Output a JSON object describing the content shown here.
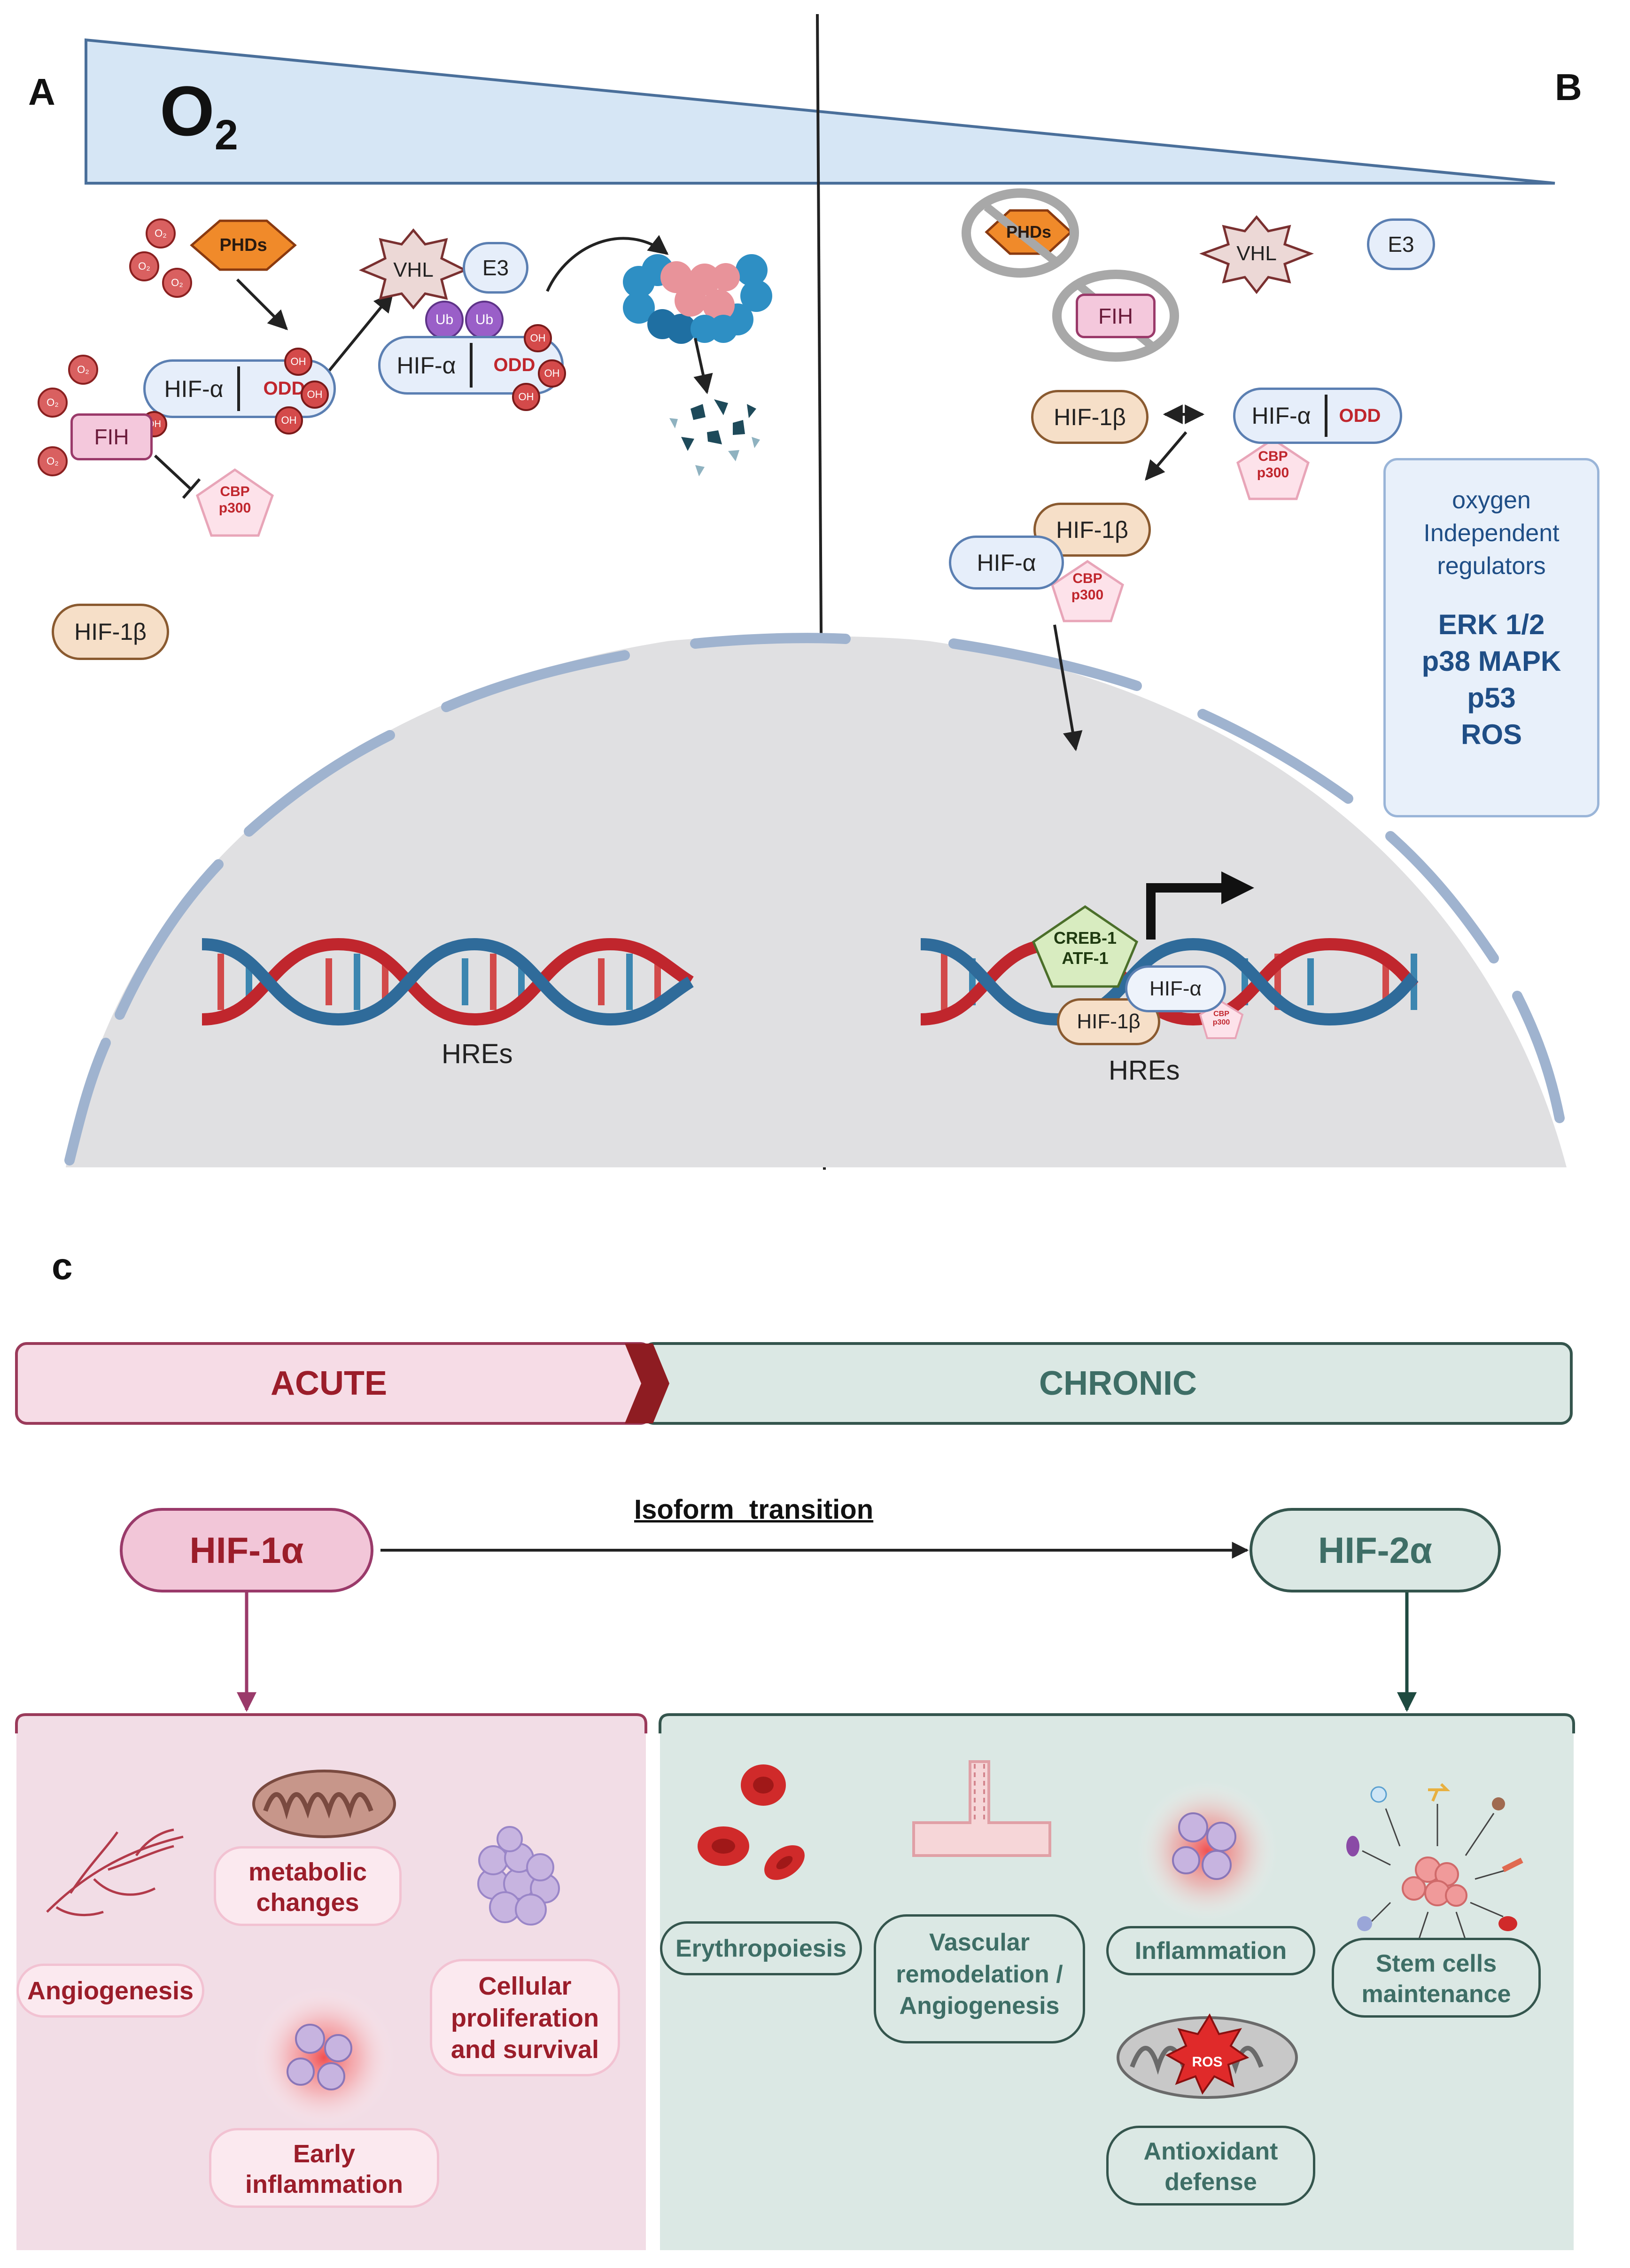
{
  "panels": {
    "a": "A",
    "b": "B",
    "c": "c"
  },
  "oxygen": {
    "symbol": "O",
    "subscript": "2"
  },
  "molecules": {
    "phds": "PHDs",
    "vhl": "VHL",
    "e3": "E3",
    "ub": "Ub",
    "fih": "FIH",
    "hif_alpha": "HIF-α",
    "odd": "ODD",
    "oh": "OH",
    "o2": "O₂",
    "cbp": "CBP",
    "p300": "p300",
    "hif_1beta": "HIF-1β",
    "creb1": "CREB-1",
    "atf1": "ATF-1",
    "hres": "HREs",
    "ros": "ROS"
  },
  "oxygen_independent": {
    "title_lines": [
      "oxygen",
      "Independent",
      "regulators"
    ],
    "items": [
      "ERK 1/2",
      "p38 MAPK",
      "p53",
      "ROS"
    ]
  },
  "timeline": {
    "acute": "ACUTE",
    "chronic": "CHRONIC"
  },
  "isoforms": {
    "hif1": "HIF-1α",
    "hif2": "HIF-2α",
    "transition": "Isoform  transition"
  },
  "acute_effects": {
    "metabolic": [
      "metabolic",
      "changes"
    ],
    "angiogenesis": [
      "Angiogenesis"
    ],
    "proliferation": [
      "Cellular",
      "proliferation",
      "and survival"
    ],
    "inflammation": [
      "Early",
      "inflammation"
    ]
  },
  "chronic_effects": {
    "erythropoiesis": [
      "Erythropoiesis"
    ],
    "vascular": [
      "Vascular",
      "remodelation /",
      "Angiogenesis"
    ],
    "inflammation": [
      "Inflammation"
    ],
    "stem": [
      "Stem cells",
      "maintenance"
    ],
    "antioxidant": [
      "Antioxidant",
      "defense"
    ]
  },
  "colors": {
    "o2_wedge": "#d6e6f5",
    "o2_wedge_stroke": "#4a6f9a",
    "nucleus": "#e0e0e2",
    "envelope": "#9fb3cf",
    "acute_bg": "#f2dde6",
    "acute_border": "#9a3a5a",
    "acute_text": "#9b1d2a",
    "chronic_bg": "#dbe8e4",
    "chronic_border": "#34554d",
    "chronic_text": "#3e6e66",
    "dna_red": "#c0262d",
    "dna_blue": "#2f6b9a",
    "phd_orange": "#f08a2a",
    "regulator_text": "#1f4e86"
  }
}
